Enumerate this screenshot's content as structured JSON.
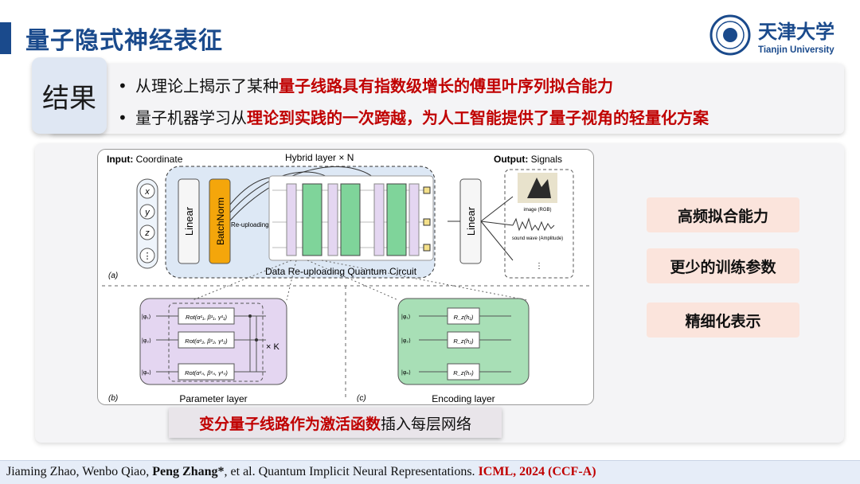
{
  "header": {
    "title": "量子隐式神经表征",
    "logo_cn": "天津大学",
    "logo_en": "Tianjin University"
  },
  "result": {
    "tag": "结果",
    "bullets": [
      {
        "bullet": "•",
        "normal": "从理论上揭示了某种",
        "highlight": "量子线路具有指数级增长的傅里叶序列拟合能力",
        "tail": ""
      },
      {
        "bullet": "•",
        "normal": "量子机器学习从",
        "highlight": "理论到实践的一次跨越，为人工智能提供了量子视角的轻量化方案",
        "tail": ""
      }
    ]
  },
  "figure": {
    "input_label_bold": "Input:",
    "input_label": " Coordinate",
    "hybrid_label": "Hybrid layer × N",
    "output_label_bold": "Output:",
    "output_label": " Signals",
    "inputs": [
      "x",
      "y",
      "z",
      "⋮"
    ],
    "linear": "Linear",
    "batchnorm": "BatchNorm",
    "reuploading": "Re-uploading",
    "circuit_caption": "Data Re-uploading Quantum Circuit",
    "panel_a": "(a)",
    "image_label": "image (RGB)",
    "sound_label": "sound wave (Amplitude)",
    "panel_b": "(b)",
    "param_caption": "Parameter layer",
    "times_k": "× K",
    "rot_rows": [
      "Rot(α¹₁, β¹₁, γ¹₁)",
      "Rot(α¹₂, β¹₂, γ¹₂)",
      "Rot(α¹ₙ, β¹ₙ, γ¹ₙ)"
    ],
    "panel_c": "(c)",
    "enc_caption": "Encoding layer",
    "enc_rows": [
      "R_z(h₁)",
      "R_z(h₂)",
      "R_z(hₙ)"
    ],
    "qubits": [
      "|φ₁⟩",
      "|φ₂⟩",
      "|φₙ⟩"
    ]
  },
  "caption": {
    "highlight": "变分量子线路作为激活函数",
    "normal": "插入每层网络"
  },
  "features": [
    "高频拟合能力",
    "更少的训练参数",
    "精细化表示"
  ],
  "footer": {
    "authors": "Jiaming Zhao, Wenbo Qiao, ",
    "bold_author": "Peng Zhang*",
    "rest": ", et al. Quantum Implicit Neural Representations. ",
    "venue": "ICML, 2024 (CCF-A)"
  },
  "colors": {
    "brand_blue": "#1a4a8c",
    "highlight_red": "#c00000",
    "feature_bg": "#fbe4dc",
    "qc_green": "#7fd49a",
    "batchnorm_orange": "#f4a60b"
  }
}
